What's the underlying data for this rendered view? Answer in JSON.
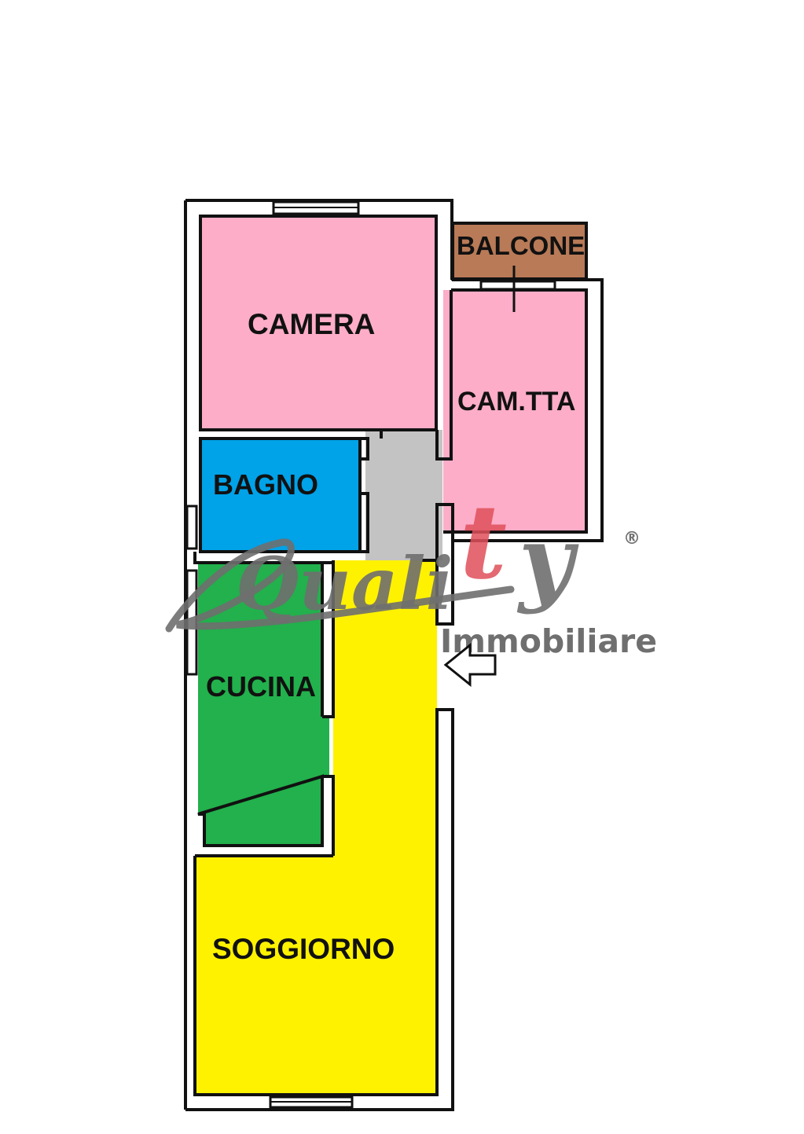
{
  "rooms": {
    "camera": "CAMERA",
    "balcone": "BALCONE",
    "cameretta": "CAM.TTA",
    "bagno": "BAGNO",
    "cucina": "CUCINA",
    "soggiorno": "SOGGIORNO"
  },
  "watermark": {
    "brand_q": "Quali",
    "brand_t": "t",
    "brand_y": "y",
    "registered": "®",
    "subtitle": "Immobiliare"
  },
  "colors": {
    "camera": "#fdadc8",
    "cameretta": "#fdadc8",
    "balcone": "#b97a57",
    "bagno": "#00a2e8",
    "cucina": "#22b14c",
    "soggiorno": "#fff200",
    "disimpegno": "#c3c3c3",
    "wall": "#111111",
    "watermark_grey": "#6f6f6f",
    "watermark_red": "#e0505a"
  },
  "icons": {
    "entrance": "entrance-arrow-icon"
  }
}
